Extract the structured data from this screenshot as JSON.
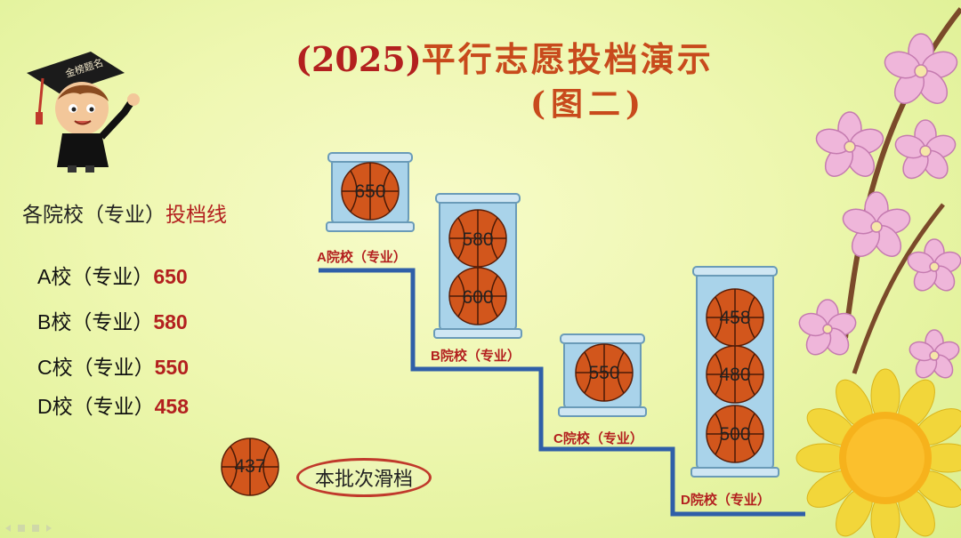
{
  "title": {
    "year": "(2025)",
    "text": "平行志愿投档演示",
    "subtitle": "(图二)"
  },
  "mascot": {
    "cap_text": "金榜题名"
  },
  "cutoff": {
    "heading": "各院校（专业）",
    "heading_highlight": "投档线",
    "rows": [
      {
        "name": "A校（专业）",
        "score": "650"
      },
      {
        "name": "B校（专业）",
        "score": "580"
      },
      {
        "name": "C校（专业）",
        "score": "550"
      },
      {
        "name": "D校（专业）",
        "score": "458"
      }
    ]
  },
  "jars": [
    {
      "label": "A院校（专业）",
      "balls": [
        "650"
      ]
    },
    {
      "label": "B院校（专业）",
      "balls": [
        "580",
        "600"
      ]
    },
    {
      "label": "C院校（专业）",
      "balls": [
        "550"
      ]
    },
    {
      "label": "D院校（专业）",
      "balls": [
        "458",
        "480",
        "500"
      ]
    }
  ],
  "current": {
    "score": "437",
    "label": "本批次滑档"
  },
  "colors": {
    "ball": "#d2561c",
    "stair": "#2f5fa8",
    "accent": "#b3201f",
    "jar_glass": "#a9d3ea"
  }
}
